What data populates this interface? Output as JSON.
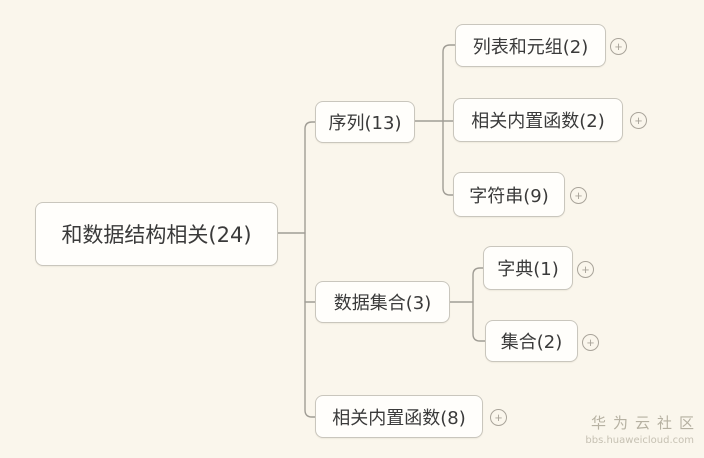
{
  "mindmap": {
    "root": {
      "label": "和数据结构相关(24)"
    },
    "branches": [
      {
        "label": "序列(13)",
        "children": [
          {
            "label": "列表和元组(2)"
          },
          {
            "label": "相关内置函数(2)"
          },
          {
            "label": "字符串(9)"
          }
        ]
      },
      {
        "label": "数据集合(3)",
        "children": [
          {
            "label": "字典(1)"
          },
          {
            "label": "集合(2)"
          }
        ]
      },
      {
        "label": "相关内置函数(8)",
        "children": []
      }
    ]
  },
  "icons": {
    "expand_glyph": "+"
  },
  "colors": {
    "background": "#faf6ec",
    "node_bg": "#fffefb",
    "node_border": "#c9c6bd",
    "connector": "#a09d95",
    "text": "#3a3a3a",
    "plus": "#a9a49a",
    "watermark": "#b6b1a2"
  },
  "watermark": {
    "title": "华为云社区",
    "subtitle": "bbs.huaweicloud.com"
  }
}
